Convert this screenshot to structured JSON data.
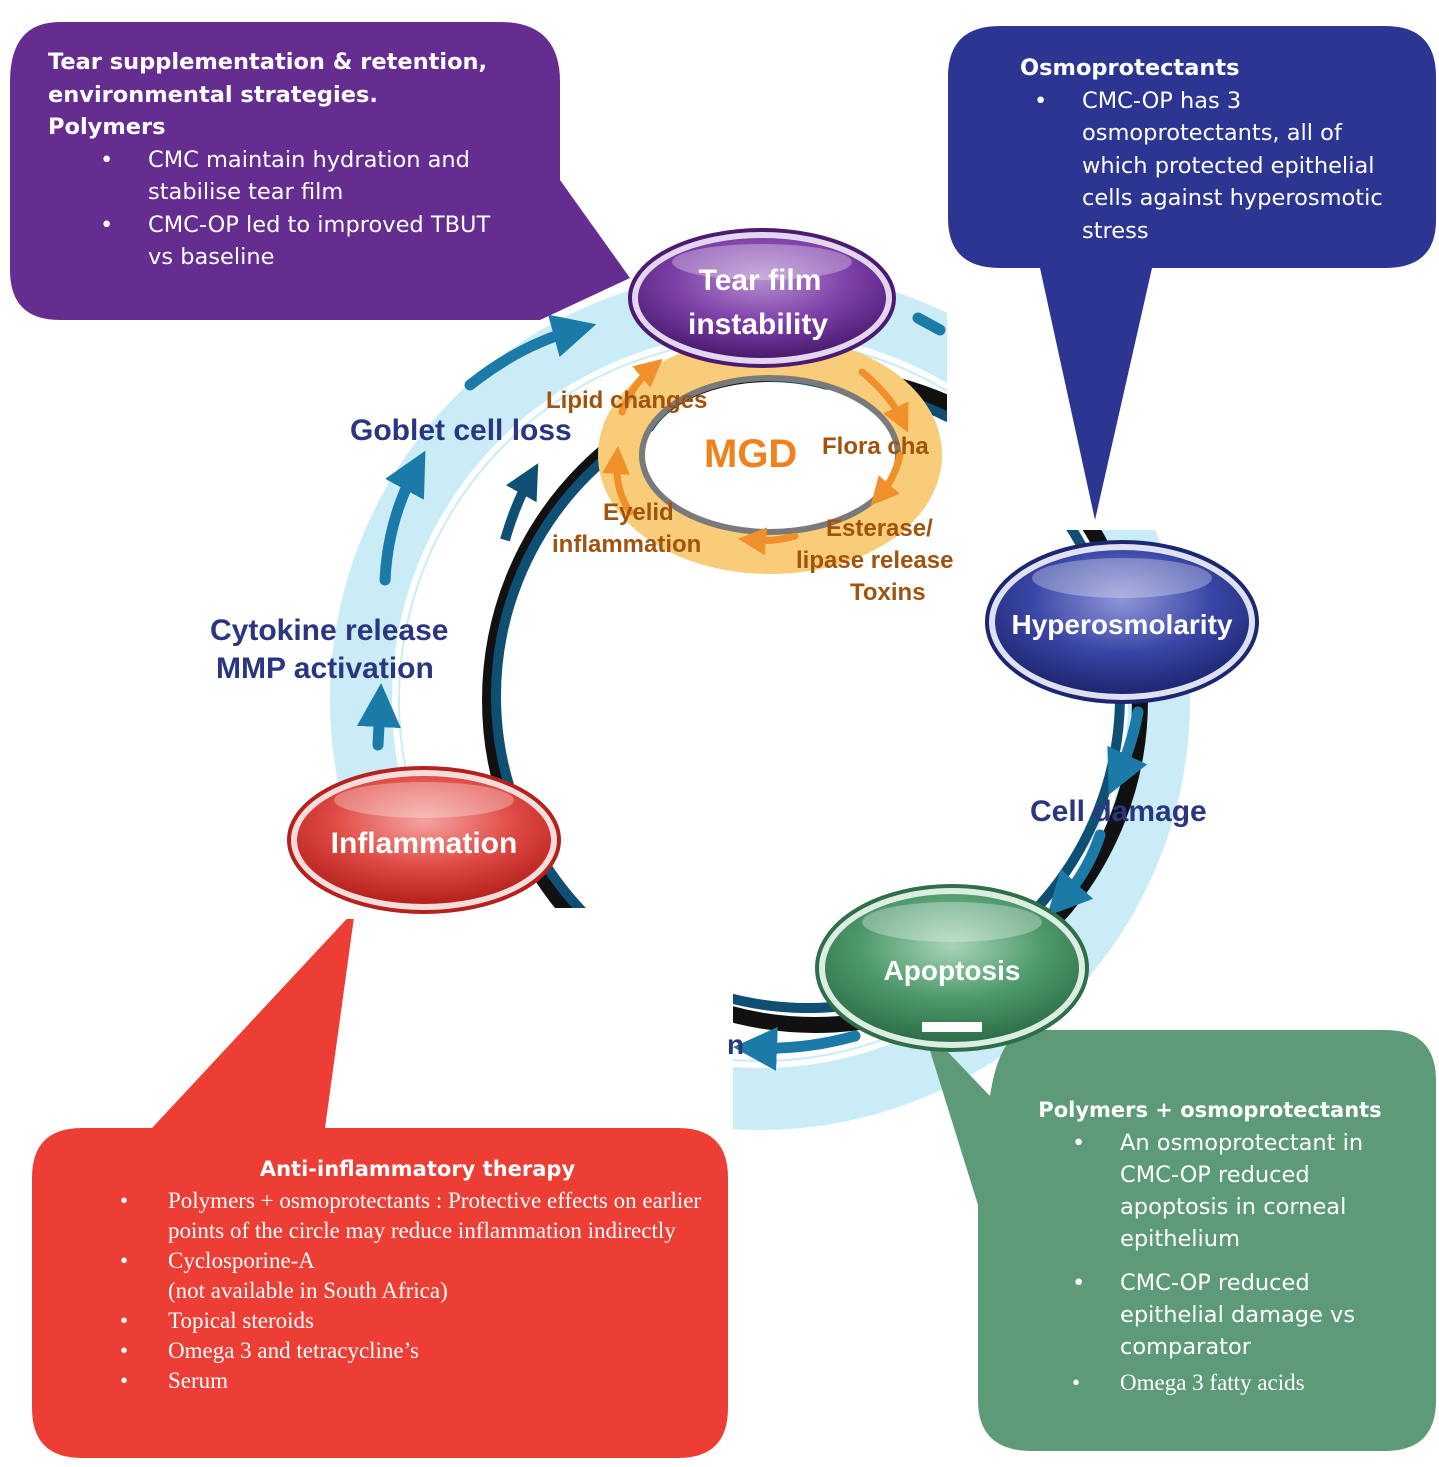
{
  "nodes": {
    "tear_film": {
      "line1": "Tear film",
      "line2": "instability",
      "color": "#6a2e91"
    },
    "hyperosmolarity": {
      "label": "Hyperosmolarity",
      "color": "#2b3891"
    },
    "apoptosis": {
      "label": "Apoptosis",
      "color": "#3d8a5c"
    },
    "inflammation": {
      "label": "Inflammation",
      "color": "#d7302a"
    }
  },
  "cycle_labels": {
    "goblet": "Goblet cell loss",
    "cytokine": "Cytokine release",
    "mmp": "MMP activation",
    "cell_damage": "Cell damage",
    "partial": "n"
  },
  "mgd": {
    "title": "MGD",
    "lipid": "Lipid changes",
    "flora": "Flora cha",
    "esterase": "Esterase/",
    "lipase": "lipase release",
    "toxins": "Toxins",
    "eyelid1": "Eyelid",
    "eyelid2": "inflammation"
  },
  "callouts": {
    "purple": {
      "line1": "Tear supplementation & retention,",
      "line2": "environmental strategies.",
      "line3": "Polymers",
      "bullets": [
        "CMC  maintain hydration and stabilise  tear film",
        "CMC-OP led to improved TBUT vs baseline"
      ],
      "color": "#662d91"
    },
    "blue": {
      "heading": "Osmoprotectants",
      "bullets": [
        "CMC-OP has 3 osmoprotectants, all of which protected epithelial cells against hyperosmotic stress"
      ],
      "color": "#2c3591"
    },
    "red": {
      "heading": "Anti-inflammatory therapy",
      "bullets": [
        "Polymers + osmoprotectants : Protective effects on earlier points of the circle may reduce inflammation indirectly",
        "Cyclosporine-A",
        "(not available in South Africa)",
        "Topical steroids",
        "Omega 3 and tetracycline’s",
        "Serum"
      ],
      "color": "#ed3e36"
    },
    "green": {
      "heading": "Polymers + osmoprotectants",
      "bullets": [
        "An osmoprotectant in CMC-OP reduced apoptosis in corneal epithelium",
        "CMC-OP reduced epithelial damage vs comparator",
        "Omega 3 fatty acids"
      ],
      "color": "#5d9a78"
    }
  }
}
